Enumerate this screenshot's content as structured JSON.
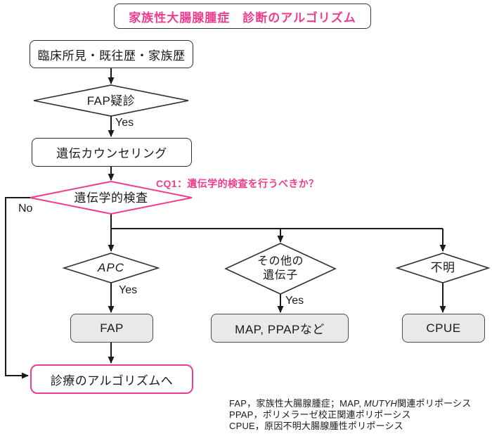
{
  "colors": {
    "accent_pink": "#ee3d8f",
    "node_fill_gray": "#e9e9e9",
    "line_black": "#1a1a1a"
  },
  "title": "家族性大腸腺腫症　診断のアルゴリズム",
  "nodes": {
    "clinical": "臨床所見・既往歴・家族歴",
    "fap_suspect": "FAP疑診",
    "counseling": "遺伝カウンセリング",
    "genetic_test": "遺伝学的検査",
    "apc": "APC",
    "other_genes": "その他の\n遺伝子",
    "unknown": "不明",
    "fap": "FAP",
    "map_ppap": "MAP, PPAPなど",
    "cpue": "CPUE",
    "care_algorithm": "診療のアルゴリズムへ"
  },
  "edge_labels": {
    "yes_fap_suspect": "Yes",
    "yes_apc": "Yes",
    "yes_other_genes": "Yes",
    "no_genetic_test": "No"
  },
  "annotations": {
    "cq1": "CQ1：遺伝学的検査を行うべきか？"
  },
  "footnotes": {
    "line1_pre": "FAP，家族性大腸腺腫症；MAP, ",
    "line1_italic": "MUTYH",
    "line1_post": "関連ポリポーシス",
    "line2": "PPAP，ポリメラーゼ校正関連ポリポーシス",
    "line3": "CPUE，原因不明大腸腺腫性ポリポーシス"
  }
}
